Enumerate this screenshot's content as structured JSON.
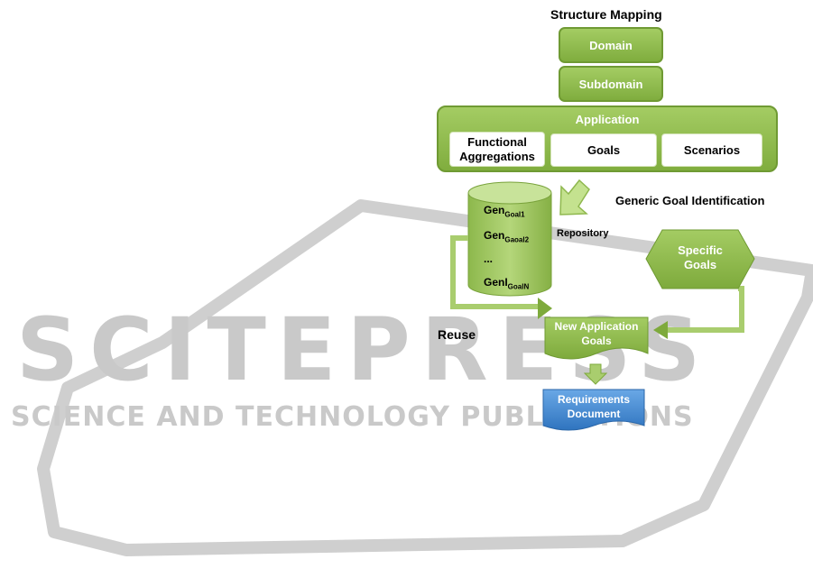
{
  "watermark": {
    "main": "SCITEPRESS",
    "sub": "SCIENCE AND TECHNOLOGY PUBLICATIONS"
  },
  "diagram": {
    "title": "Structure Mapping",
    "domain": "Domain",
    "subdomain": "Subdomain",
    "application": "Application",
    "app_items": [
      "Functional Aggregations",
      "Goals",
      "Scenarios"
    ],
    "generic_goal_identification": "Generic Goal Identification",
    "repository": "Repository",
    "repository_items": [
      {
        "base": "Gen",
        "sub": "Goal1"
      },
      {
        "base": "Gen",
        "sub": "Gaoal2"
      },
      {
        "base": "...",
        "sub": ""
      },
      {
        "base": "GenI",
        "sub": "GoalN"
      }
    ],
    "specific_goals": "Specific Goals",
    "reuse": "Reuse",
    "new_application_goals": "New Application Goals",
    "requirements_document": "Requirements Document"
  },
  "colors": {
    "green_light": "#a4cc63",
    "green_dark": "#80ad3e",
    "blue": "#3b83cc",
    "watermark": "#c9c9c9"
  }
}
